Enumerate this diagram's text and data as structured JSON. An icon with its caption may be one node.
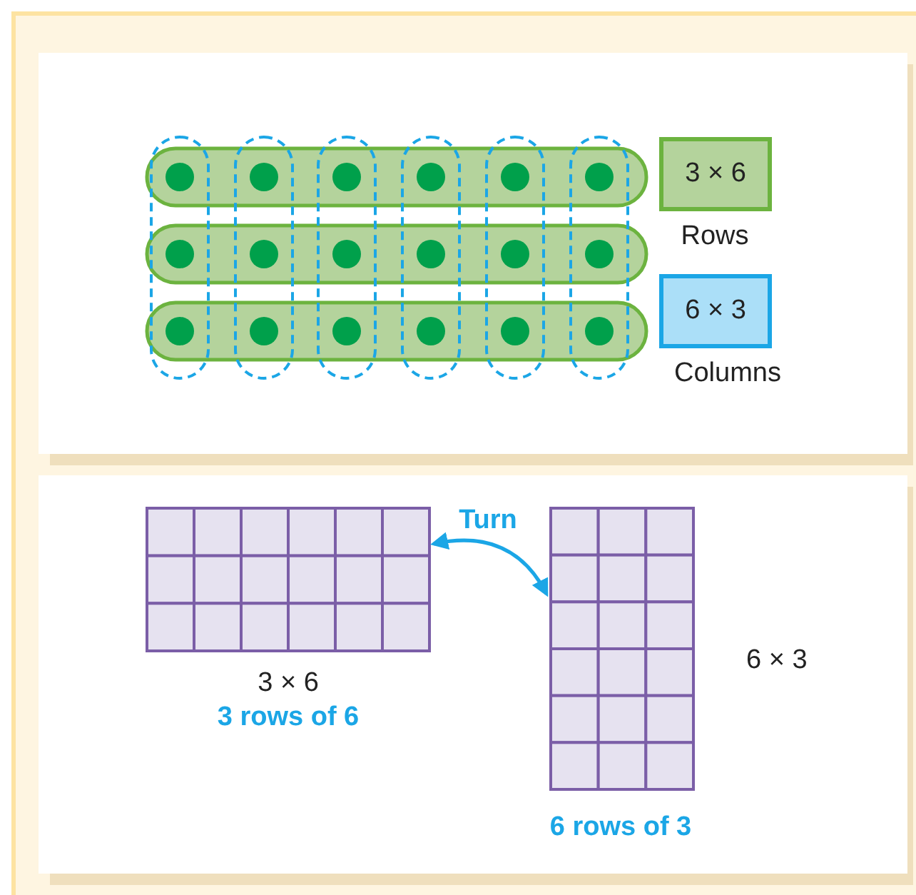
{
  "diagram": {
    "nodes": [
      {
        "text": [
          "3 × 6"
        ],
        "beside": [
          "Rows"
        ]
      },
      {
        "text": [
          "6 × 3"
        ],
        "beside": [
          "Columns"
        ]
      },
      {
        "text": [],
        "shape": "box",
        "beside": [
          "3 × 6",
          "3 rows of 6"
        ]
      },
      {
        "text": [],
        "shape": "box",
        "beside": [
          "6 × 3",
          "6 rows of 3"
        ]
      }
    ],
    "edges": [
      {
        "from": 2,
        "to": 3,
        "arrow": "both",
        "label": "Turn"
      }
    ]
  }
}
